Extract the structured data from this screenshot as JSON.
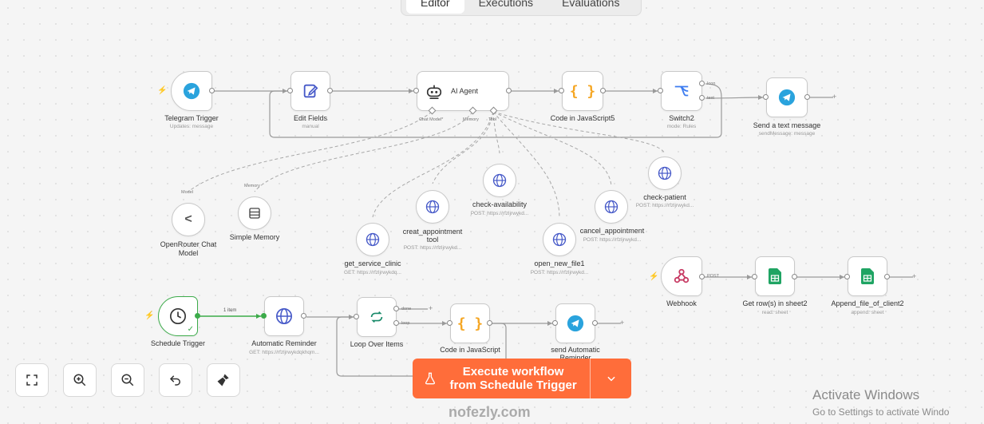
{
  "tabs": {
    "editor": "Editor",
    "executions": "Executions",
    "evaluations": "Evaluations"
  },
  "nodes": {
    "telegram_trigger": {
      "label": "Telegram Trigger",
      "sub": "Updates: message"
    },
    "edit_fields": {
      "label": "Edit Fields",
      "sub": "manual"
    },
    "ai_agent": {
      "label": "AI Agent",
      "port_chat_model": "Chat Model*",
      "port_memory": "Memory",
      "port_tool": "Tool"
    },
    "code_js5": {
      "label": "Code in JavaScript5"
    },
    "switch2": {
      "label": "Switch2",
      "sub": "mode: Rules",
      "out_1": "Icon",
      "out_2": "text"
    },
    "send_text": {
      "label": "Send a text message",
      "sub": "sendMessage: message"
    },
    "openrouter": {
      "label_1": "OpenRouter Chat",
      "label_2": "Model",
      "port": "Model"
    },
    "simple_memory": {
      "label": "Simple Memory",
      "port": "Memory"
    },
    "get_service_clinic": {
      "label": "get_service_clinic",
      "sub": "GET: https://rfzljrwykdq..."
    },
    "creat_appointment": {
      "label_1": "creat_appointment",
      "label_2": "tool",
      "sub": "POST: https://rfzljrwykd..."
    },
    "check_availability": {
      "label": "check-availability",
      "sub": "POST: https://rfzljrwykd..."
    },
    "open_new_file": {
      "label": "open_new_file1",
      "sub": "POST: https://rfzljrwykd..."
    },
    "cancel_appointment": {
      "label": "cancel_appointment",
      "sub": "POST: https://rfzljrwykd..."
    },
    "check_patient": {
      "label": "check-patient",
      "sub": "POST: https://rfzljrwykd..."
    },
    "webhook": {
      "label": "Webhook",
      "out": "POST"
    },
    "get_rows": {
      "label": "Get row(s) in sheet2",
      "sub": "read: sheet"
    },
    "append_file": {
      "label": "Append_file_of_client2",
      "sub": "append: sheet"
    },
    "schedule_trigger": {
      "label": "Schedule Trigger",
      "edge_label": "1 item"
    },
    "auto_reminder": {
      "label": "Automatic Reminder",
      "sub": "GET: https://rfzljrwykdqkhqm..."
    },
    "loop_over": {
      "label": "Loop Over Items",
      "out_done": "done",
      "out_loop": "loop"
    },
    "code_js": {
      "label": "Code in JavaScript"
    },
    "send_auto": {
      "label_1": "send Automatic",
      "label_2": "Reminder"
    }
  },
  "execute": {
    "line_1": "Execute workflow",
    "line_2": "from Schedule Trigger"
  },
  "windows_notice": {
    "title": "Activate Windows",
    "sub": "Go to Settings to activate Windo"
  },
  "brand_watermark": "nofezly.com",
  "colors": {
    "accent": "#ff6d3a",
    "success": "#3cab4a",
    "telegram": "#2aa3dd",
    "http": "#4659c8",
    "code": "#f5a623",
    "switch": "#3d7cf0",
    "webhook": "#c73a63",
    "sheets": "#1fa463"
  }
}
